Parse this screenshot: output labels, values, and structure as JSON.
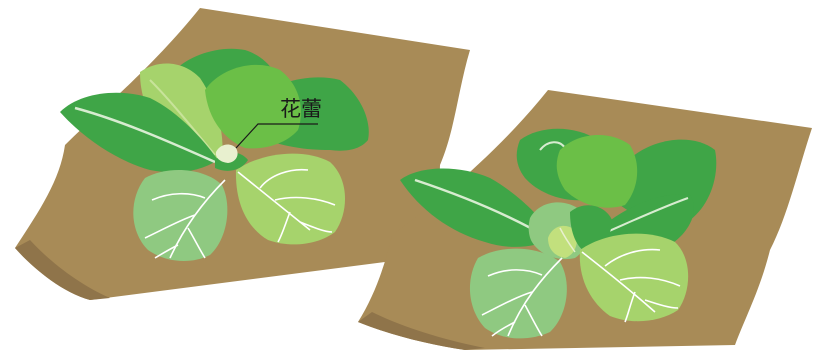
{
  "annotation": {
    "label": "花蕾"
  },
  "colors": {
    "soil": "#a88b57",
    "soil_edge": "#8f744a",
    "leaf_dark": "#3fa547",
    "leaf_mid": "#6bbf47",
    "leaf_light": "#a6d36c",
    "leaf_pale": "#8fc981",
    "leaf_lime": "#c2e07d",
    "vein": "#ffffff",
    "bud": "#e8f0cf",
    "leader_line": "#1a1a1a"
  },
  "illustrations": [
    {
      "name": "plant-with-flower-bud"
    },
    {
      "name": "plant-without-visible-bud"
    }
  ]
}
